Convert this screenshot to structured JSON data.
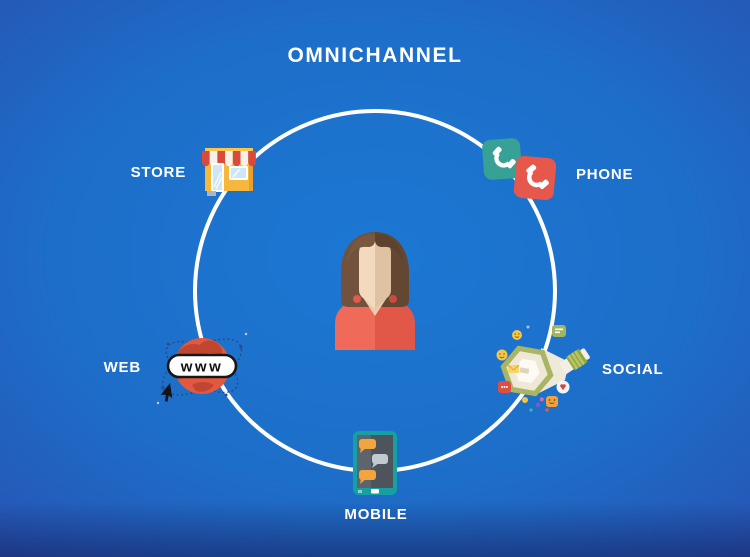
{
  "diagram": {
    "title": "OMNICHANNEL",
    "center_icon": "customer-avatar",
    "nodes": [
      {
        "id": "store",
        "label": "STORE",
        "icon": "storefront-icon",
        "position": "top-left"
      },
      {
        "id": "phone",
        "label": "PHONE",
        "icon": "telephone-icon",
        "position": "top-right"
      },
      {
        "id": "web",
        "label": "WEB",
        "icon": "globe-www-icon",
        "position": "left",
        "icon_text": "www"
      },
      {
        "id": "social",
        "label": "SOCIAL",
        "icon": "megaphone-icon",
        "position": "right"
      },
      {
        "id": "mobile",
        "label": "MOBILE",
        "icon": "smartphone-chat-icon",
        "position": "bottom"
      }
    ]
  },
  "colors": {
    "background_center": "#1c78d3",
    "background_edge": "#312e99",
    "ring": "#ffffff",
    "text": "#ffffff",
    "store_yellow": "#f6b73c",
    "awning_red": "#d84a3c",
    "phone_teal": "#38a196",
    "phone_red": "#e5584b",
    "globe_red": "#e2593f",
    "megaphone_olive": "#a9b465",
    "mobile_teal": "#16a0a2",
    "bubble_orange": "#f2a53f",
    "avatar_shirt": "#ef6556",
    "avatar_hair": "#6e4e38"
  }
}
